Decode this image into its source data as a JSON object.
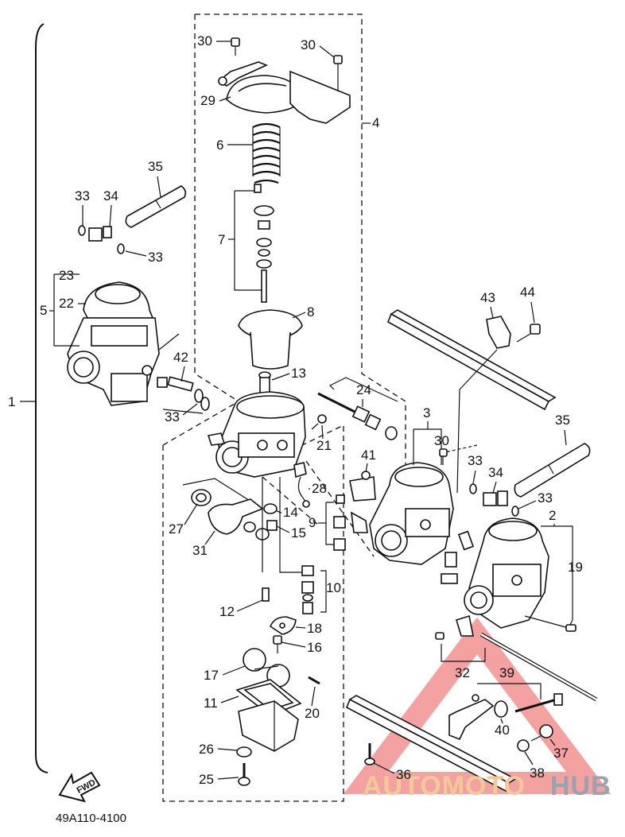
{
  "diagram_code": "49A110-4100",
  "watermark": {
    "part1": "AUTOMOTO",
    "part2": "HUB"
  },
  "fwd_label": "FWD",
  "callouts": [
    {
      "id": "c30a",
      "text": "30"
    },
    {
      "id": "c30b",
      "text": "30"
    },
    {
      "id": "c29",
      "text": "29"
    },
    {
      "id": "c4",
      "text": "4"
    },
    {
      "id": "c6",
      "text": "6"
    },
    {
      "id": "c35a",
      "text": "35"
    },
    {
      "id": "c33a",
      "text": "33"
    },
    {
      "id": "c34a",
      "text": "34"
    },
    {
      "id": "c33b",
      "text": "33"
    },
    {
      "id": "c7",
      "text": "7"
    },
    {
      "id": "c23",
      "text": "23"
    },
    {
      "id": "c5",
      "text": "5"
    },
    {
      "id": "c22",
      "text": "22"
    },
    {
      "id": "c8",
      "text": "8"
    },
    {
      "id": "c43",
      "text": "43"
    },
    {
      "id": "c44",
      "text": "44"
    },
    {
      "id": "c42",
      "text": "42"
    },
    {
      "id": "c13",
      "text": "13"
    },
    {
      "id": "c1",
      "text": "1"
    },
    {
      "id": "c24",
      "text": "24"
    },
    {
      "id": "c33c",
      "text": "33"
    },
    {
      "id": "c3",
      "text": "3"
    },
    {
      "id": "c35b",
      "text": "35"
    },
    {
      "id": "c21",
      "text": "21"
    },
    {
      "id": "c30c",
      "text": "30"
    },
    {
      "id": "c41",
      "text": "41"
    },
    {
      "id": "c33d",
      "text": "33"
    },
    {
      "id": "c34b",
      "text": "34"
    },
    {
      "id": "c33e",
      "text": "33"
    },
    {
      "id": "c28",
      "text": "28"
    },
    {
      "id": "c2",
      "text": "2"
    },
    {
      "id": "c27",
      "text": "27"
    },
    {
      "id": "c14",
      "text": "14"
    },
    {
      "id": "c9",
      "text": "9"
    },
    {
      "id": "c15",
      "text": "15"
    },
    {
      "id": "c31",
      "text": "31"
    },
    {
      "id": "c19",
      "text": "19"
    },
    {
      "id": "c10",
      "text": "10"
    },
    {
      "id": "c12",
      "text": "12"
    },
    {
      "id": "c18",
      "text": "18"
    },
    {
      "id": "c16",
      "text": "16"
    },
    {
      "id": "c32",
      "text": "32"
    },
    {
      "id": "c39",
      "text": "39"
    },
    {
      "id": "c17",
      "text": "17"
    },
    {
      "id": "c11",
      "text": "11"
    },
    {
      "id": "c20",
      "text": "20"
    },
    {
      "id": "c40",
      "text": "40"
    },
    {
      "id": "c26",
      "text": "26"
    },
    {
      "id": "c37",
      "text": "37"
    },
    {
      "id": "c25",
      "text": "25"
    },
    {
      "id": "c36",
      "text": "36"
    },
    {
      "id": "c38",
      "text": "38"
    }
  ]
}
